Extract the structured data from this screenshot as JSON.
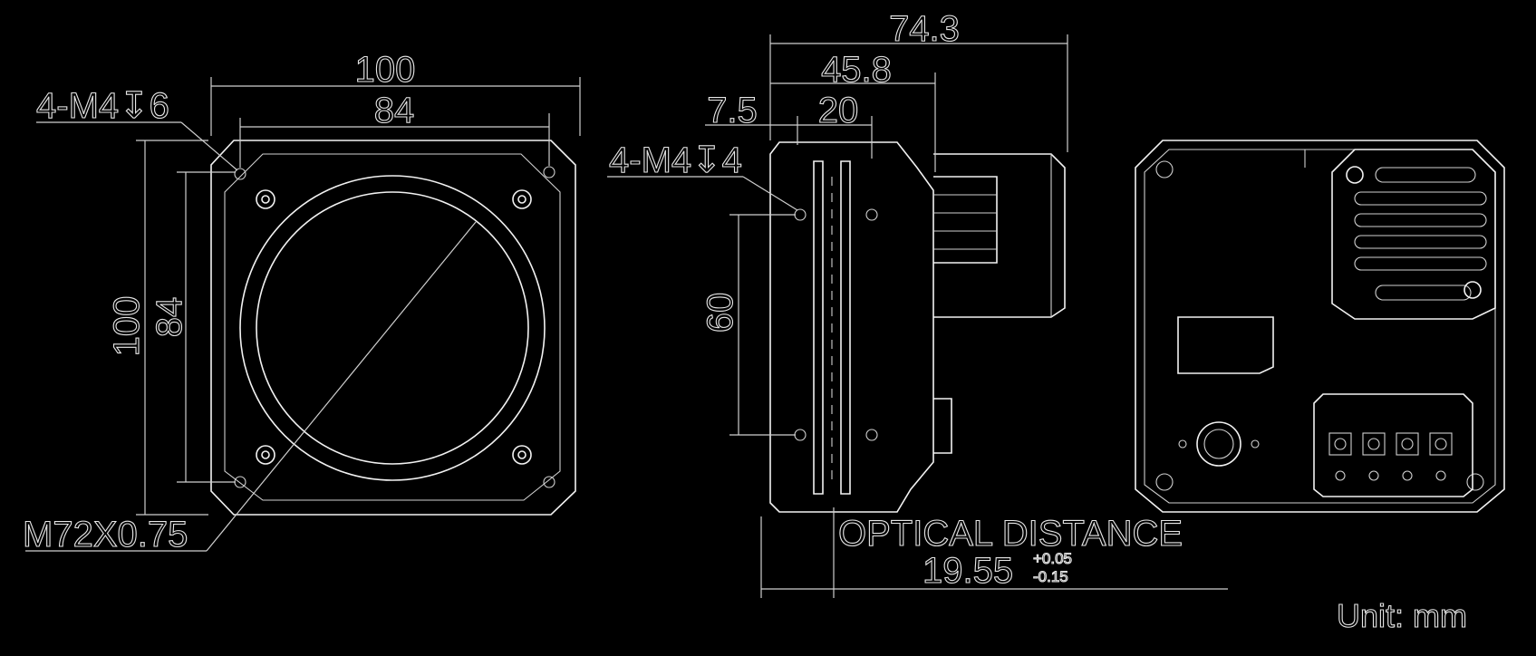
{
  "unit_label": "Unit: mm",
  "front_view": {
    "width_outer": "100",
    "width_inner": "84",
    "height_outer": "100",
    "height_inner": "84",
    "mount_holes": "4-M4↧6",
    "lens_thread": "M72X0.75"
  },
  "side_view": {
    "total_length": "74.3",
    "body_length": "45.8",
    "flange_offset": "7.5",
    "flange_length": "20",
    "mount_holes": "4-M4↧4",
    "hole_spacing": "60",
    "optical_label": "OPTICAL DISTANCE",
    "optical_value": "19.55",
    "tol_plus": "+0.05",
    "tol_minus": "-0.15"
  }
}
